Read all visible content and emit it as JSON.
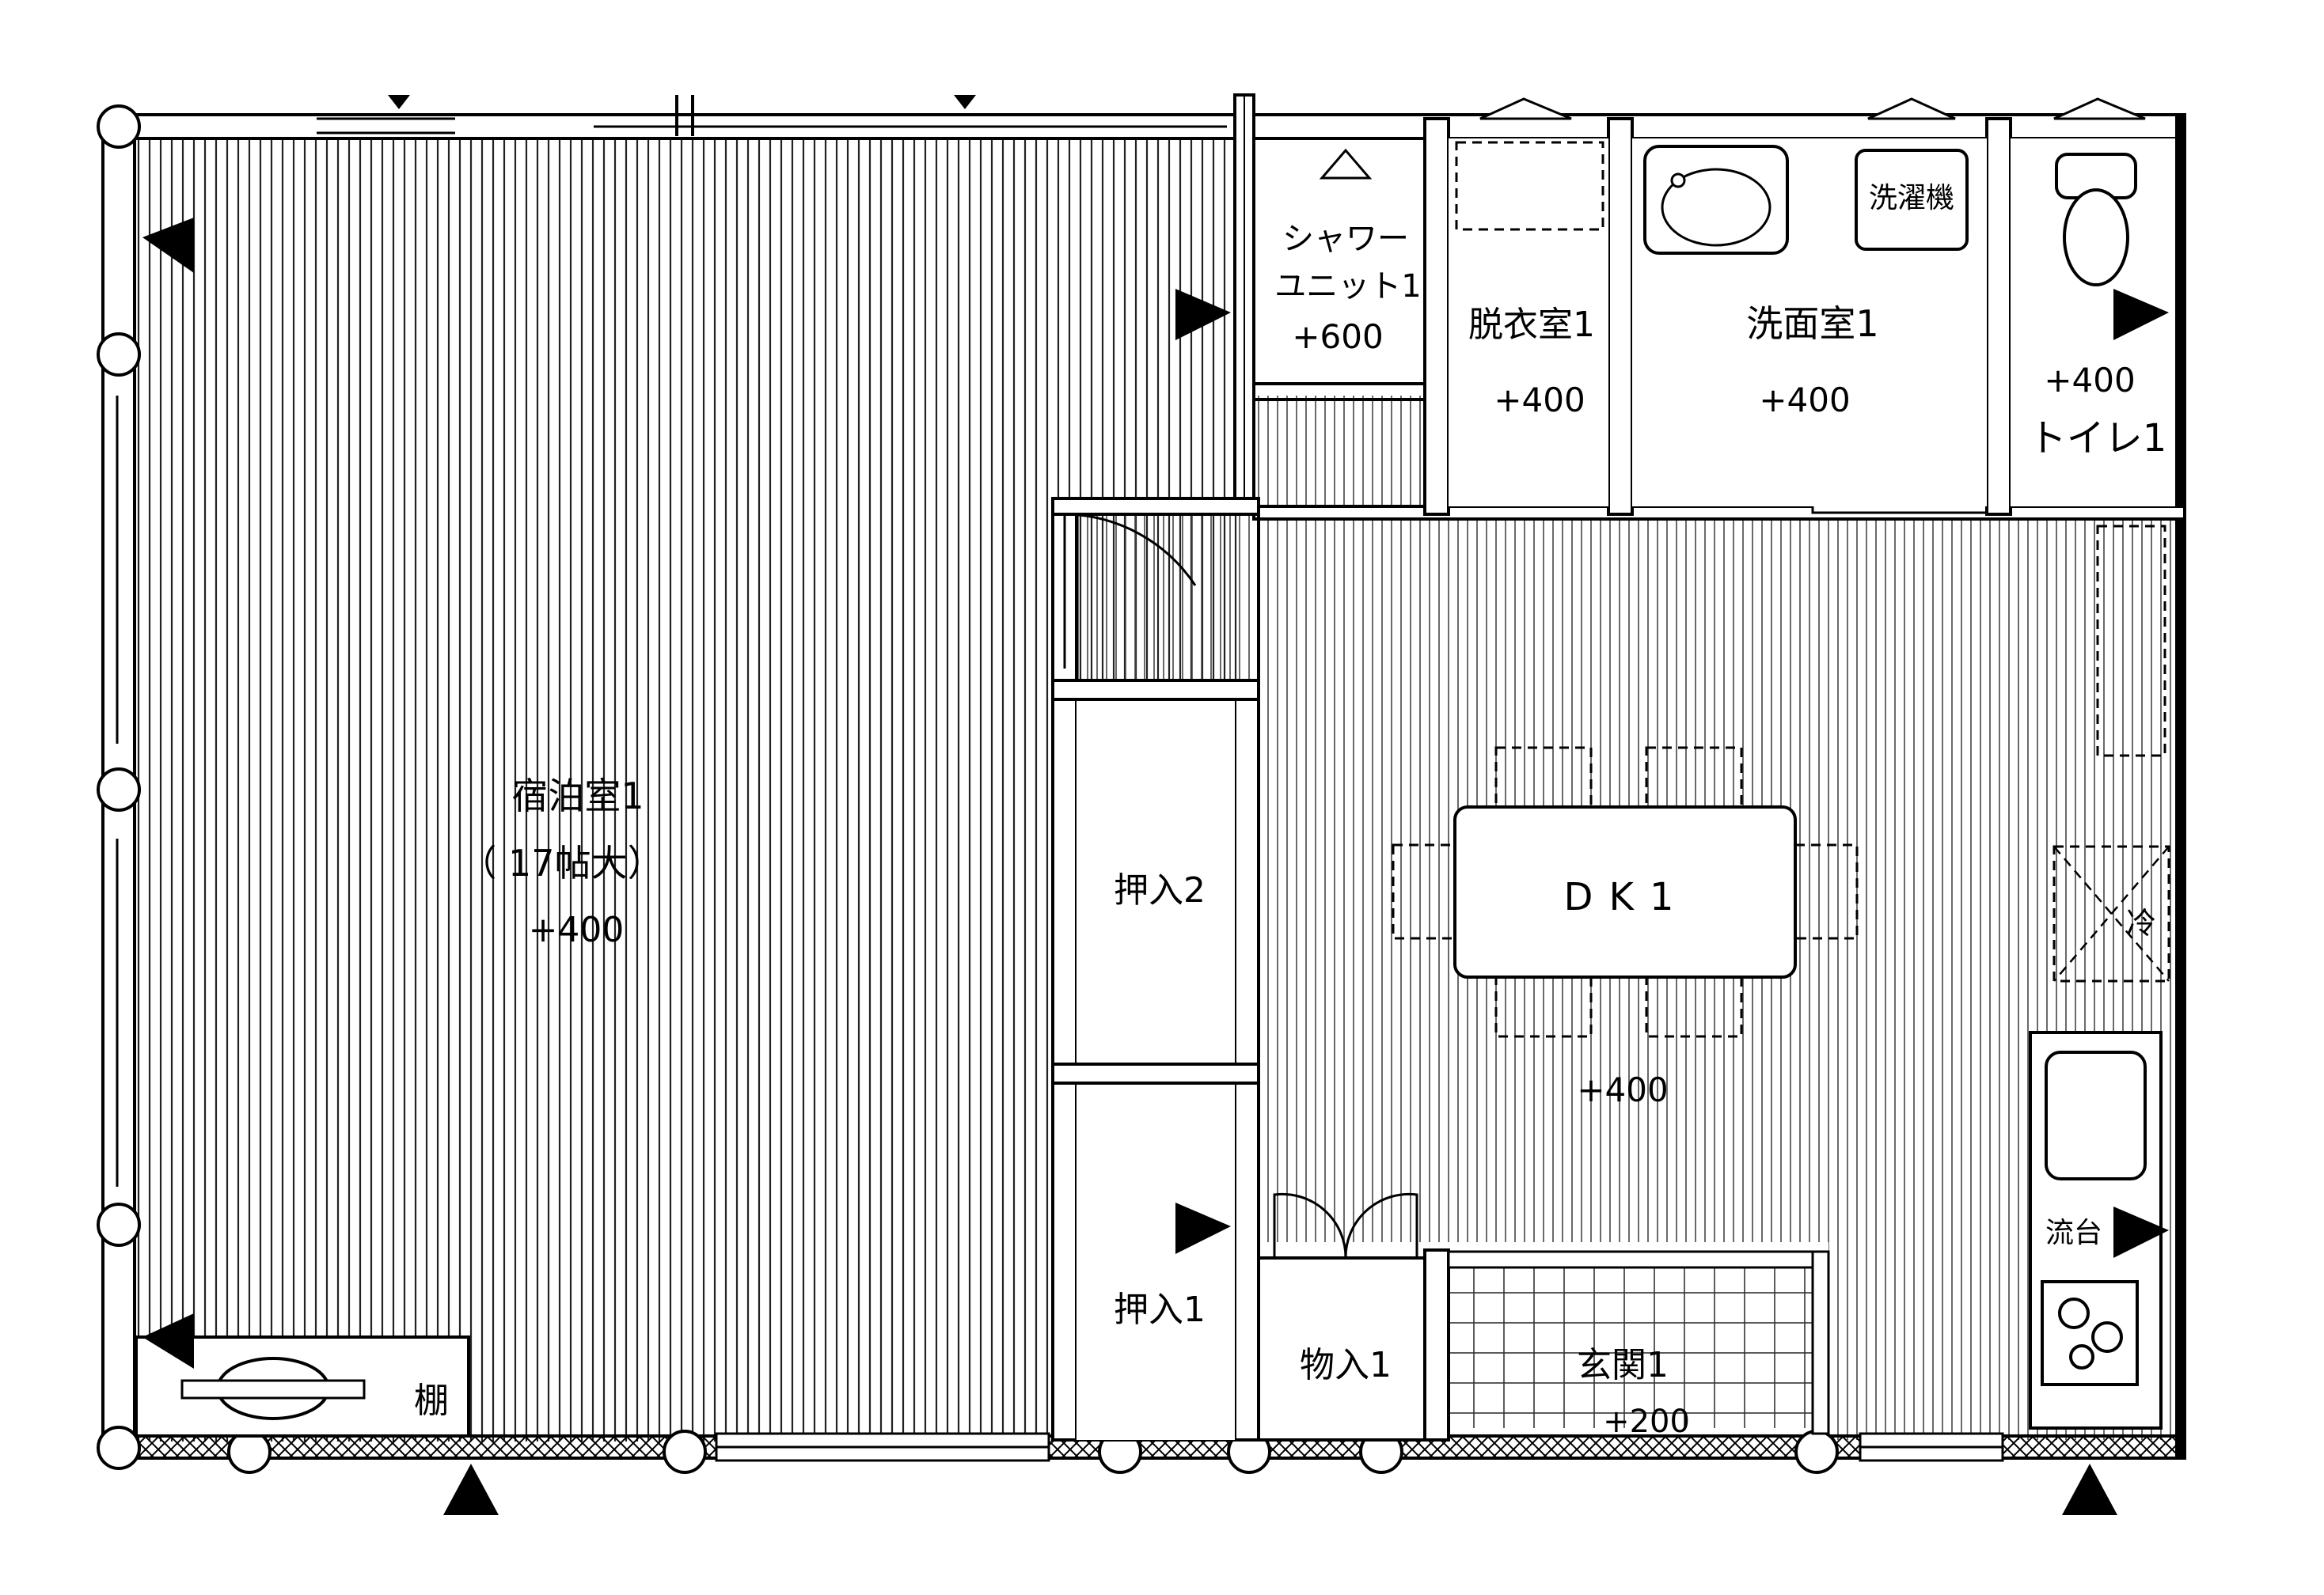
{
  "rooms": {
    "bedroom": {
      "name": "宿泊室1",
      "size": "（ 17帖大）",
      "level": "+400"
    },
    "shower": {
      "name_line1": "シャワー",
      "name_line2": "ユニット1",
      "level": "+600"
    },
    "dressing": {
      "name": "脱衣室1",
      "level": "+400"
    },
    "washroom": {
      "name": "洗面室1",
      "level": "+400",
      "washer": "洗濯機"
    },
    "toilet": {
      "name": "トイレ1",
      "level": "+400"
    },
    "dk": {
      "name": "DK1",
      "level": "+400",
      "fridge": "冷",
      "sink": "流台"
    },
    "closet2": {
      "name": "押入2"
    },
    "closet1": {
      "name": "押入1"
    },
    "storage": {
      "name": "物入1"
    },
    "entrance": {
      "name": "玄関1",
      "level": "+200"
    },
    "shelf": {
      "name": "棚"
    }
  }
}
